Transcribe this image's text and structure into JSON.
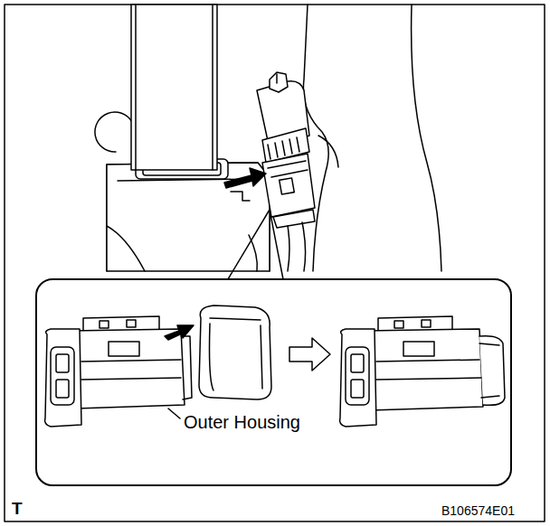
{
  "diagram": {
    "labels": [
      "Outer Housing",
      "T",
      "B106574E01"
    ]
  }
}
